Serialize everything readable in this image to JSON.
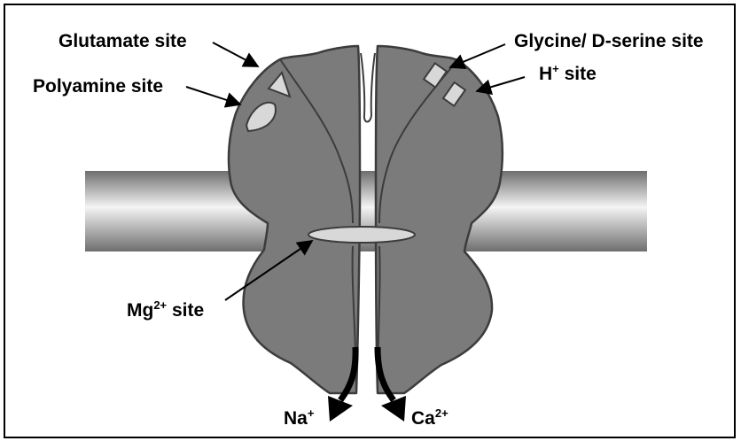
{
  "labels": {
    "glutamate": "Glutamate site",
    "polyamine": "Polyamine site",
    "glycine": "Glycine/ D-serine site",
    "h_base": "H",
    "h_sup": "+",
    "h_tail": " site",
    "mg_base": "Mg",
    "mg_sup": "2+",
    "mg_tail": " site",
    "na_base": "Na",
    "na_sup": "+",
    "ca_base": "Ca",
    "ca_sup": "2+"
  },
  "colors": {
    "receptor_fill": "#7b7b7b",
    "receptor_stroke": "#3c3c3c",
    "site_fill": "#d8d8d8",
    "membrane_dark": "#6e6e6e",
    "membrane_light": "#f4f4f4"
  }
}
